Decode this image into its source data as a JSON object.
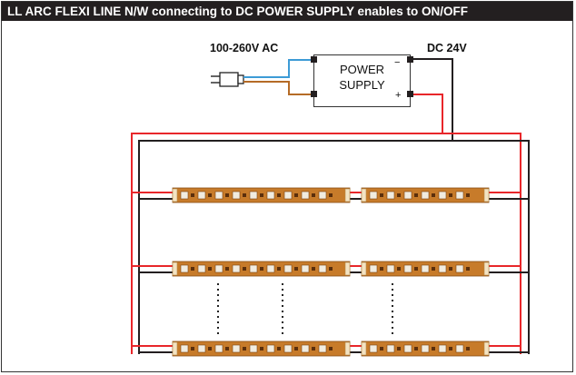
{
  "title": "LL ARC FLEXI LINE N/W connecting to DC POWER SUPPLY enables to ON/OFF",
  "labels": {
    "ac_input": "100-260V AC",
    "dc_output": "DC 24V"
  },
  "power_supply": {
    "line1": "POWER",
    "line2": "SUPPLY",
    "negative": "−",
    "positive": "+"
  },
  "wire_colors": {
    "positive": "#e8262a",
    "negative": "#231f20",
    "ac_live": "#3d9bd6",
    "ac_neutral": "#b56b26"
  },
  "strips": {
    "rows": 3,
    "columns": 2,
    "color": "#c77b2a"
  },
  "icons": [
    "ac-plug-icon",
    "led-strip"
  ]
}
